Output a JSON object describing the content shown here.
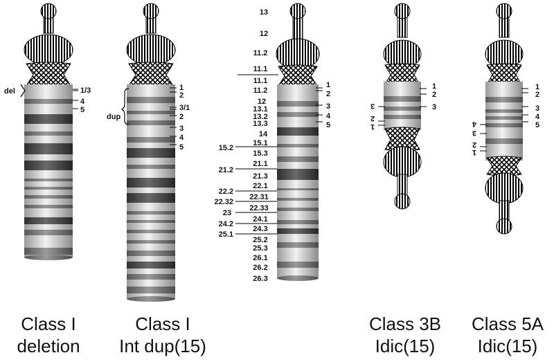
{
  "chromosomes": [
    {
      "id": "class1-deletion",
      "marker_labels": [
        "1/3",
        "4",
        "5"
      ],
      "annotation": "del",
      "caption": [
        "Class I",
        "deletion"
      ]
    },
    {
      "id": "class1-intdup",
      "marker_labels": [
        "1",
        "2",
        "3/1",
        "2",
        "3",
        "4",
        "5"
      ],
      "annotation": "dup",
      "caption": [
        "Class I",
        "Int dup(15)"
      ]
    },
    {
      "id": "ideogram",
      "band_labels": [
        "13",
        "12",
        "11.2",
        "11.1",
        "11.1",
        "11.2",
        "12",
        "13.1",
        "13.2",
        "13.3",
        "14",
        "15.1",
        "15.3",
        "21.1",
        "21.3",
        "22.1",
        "22.31",
        "22.33",
        "24.1",
        "24.3",
        "25.2",
        "25.3",
        "26.1",
        "26.2",
        "26.3"
      ],
      "left_labels": [
        "15.2",
        "21.2",
        "22.2",
        "22.32",
        "23",
        "24.2",
        "25.1"
      ],
      "marker_labels": [
        "1",
        "2",
        "3",
        "4",
        "5"
      ]
    },
    {
      "id": "class3b-idic",
      "marker_labels_right": [
        "1",
        "2",
        "3"
      ],
      "marker_labels_left": [
        "3",
        "2",
        "1"
      ],
      "caption": [
        "Class 3B",
        "Idic(15)"
      ]
    },
    {
      "id": "class5a-idic",
      "marker_labels_right": [
        "1",
        "2",
        "3",
        "4",
        "5"
      ],
      "marker_labels_left": [
        "4",
        "3",
        "2",
        "1"
      ],
      "caption": [
        "Class 5A",
        "Idic(15)"
      ]
    }
  ]
}
